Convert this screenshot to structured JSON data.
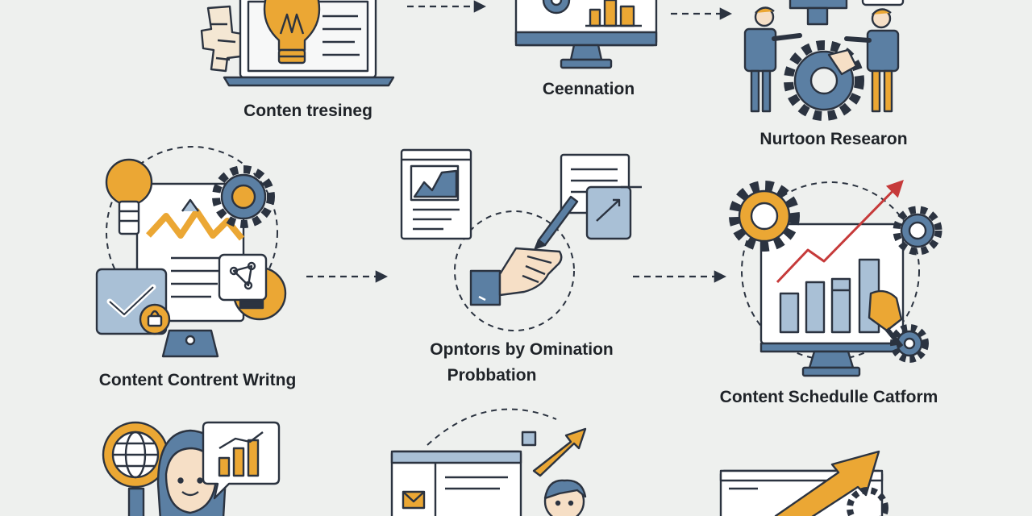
{
  "labels": {
    "content_testing": "Conten tresineg",
    "creation": "Ceennation",
    "nurture_research": "Nurtoon Researon",
    "content_writing": "Content Contrent Writng",
    "options_line1": "Opntorıs by Omination",
    "options_line2": "Probbation",
    "schedule": "Content Schedulle Catform"
  },
  "colors": {
    "background": "#eef0ee",
    "stroke": "#2b3340",
    "steel_blue": "#5b7fa3",
    "light_blue": "#a9c0d6",
    "amber": "#eba734",
    "red_arrow": "#c63a3a",
    "skin": "#f6dfc6"
  },
  "icons": [
    "lightbulb-icon",
    "laptop-icon",
    "monitor-icon",
    "bar-chart-icon",
    "gear-icon",
    "team-icon",
    "check-icon",
    "lock-icon",
    "document-icon",
    "pen-icon",
    "handshake-icon",
    "trend-arrow-icon",
    "globe-icon",
    "person-icon",
    "browser-window-icon",
    "speech-bubble-icon"
  ]
}
